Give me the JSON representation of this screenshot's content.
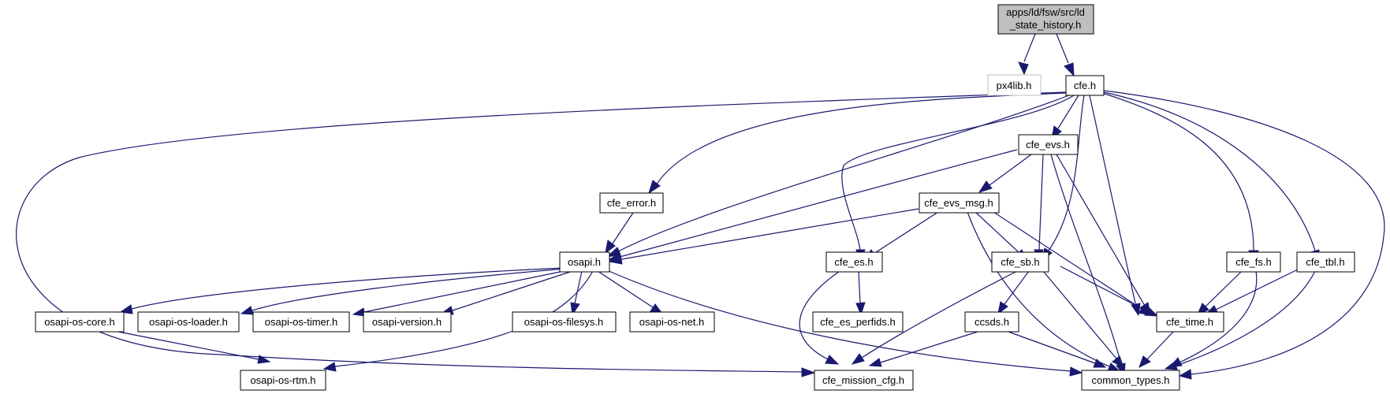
{
  "nodes": {
    "root": {
      "line1": "apps/ld/fsw/src/ld",
      "line2": "_state_history.h"
    },
    "px4lib": "px4lib.h",
    "cfe": "cfe.h",
    "cfe_evs": "cfe_evs.h",
    "cfe_error": "cfe_error.h",
    "cfe_evs_msg": "cfe_evs_msg.h",
    "osapi": "osapi.h",
    "cfe_es": "cfe_es.h",
    "cfe_sb": "cfe_sb.h",
    "cfe_fs": "cfe_fs.h",
    "cfe_tbl": "cfe_tbl.h",
    "osapi_os_core": "osapi-os-core.h",
    "osapi_os_loader": "osapi-os-loader.h",
    "osapi_os_timer": "osapi-os-timer.h",
    "osapi_version": "osapi-version.h",
    "osapi_os_filesys": "osapi-os-filesys.h",
    "osapi_os_net": "osapi-os-net.h",
    "cfe_es_perfids": "cfe_es_perfids.h",
    "ccsds": "ccsds.h",
    "cfe_time": "cfe_time.h",
    "osapi_os_rtm": "osapi-os-rtm.h",
    "cfe_mission_cfg": "cfe_mission_cfg.h",
    "common_types": "common_types.h"
  },
  "colors": {
    "edge": "#191970",
    "root_fill": "#bfbfbf",
    "external_border": "#bfbfbf"
  }
}
